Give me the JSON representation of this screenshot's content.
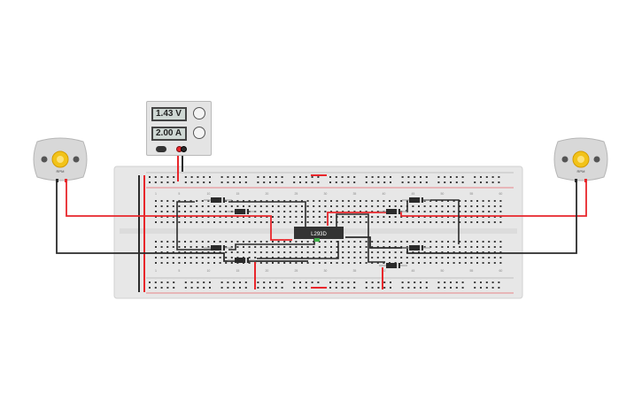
{
  "power_supply": {
    "voltage_display": "1.43 V",
    "current_display": "2.00 A"
  },
  "ic": {
    "label": "L293D"
  },
  "motors": [
    {
      "side": "left",
      "label": "RPM"
    },
    {
      "side": "right",
      "label": "RPM"
    }
  ],
  "breadboard": {
    "column_numbers": [
      "1",
      "5",
      "10",
      "15",
      "20",
      "25",
      "30",
      "35",
      "40",
      "45",
      "50",
      "55",
      "60"
    ]
  },
  "colors": {
    "wire_red": "#e8262b",
    "wire_black": "#2b2b2b",
    "breadboard": "#e7e7e7",
    "ic_body": "#333333"
  }
}
